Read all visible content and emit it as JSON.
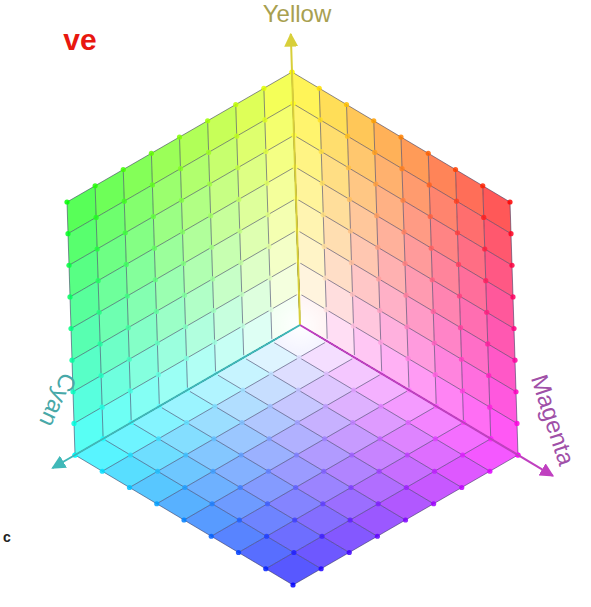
{
  "diagram": {
    "labels": [
      "ve",
      "Yellow",
      "Cyan",
      "Magenta",
      "c"
    ]
  }
}
